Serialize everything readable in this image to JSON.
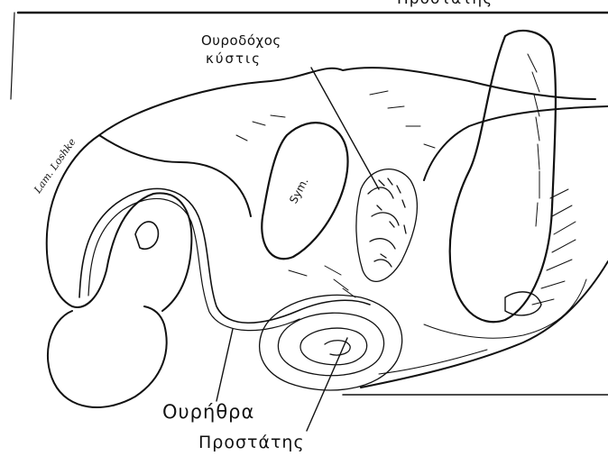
{
  "labels": {
    "bladder": [
      "Ουροδόχος",
      "κύστις"
    ],
    "urethra": "Ουρήθρα",
    "prostate": "Προστάτης",
    "symphysis": "Sym.",
    "penis_handwritten": "Lam. Loshke",
    "header_fragment": "Προστάτης"
  },
  "colors": {
    "ink": "#111111",
    "paper": "#ffffff"
  }
}
